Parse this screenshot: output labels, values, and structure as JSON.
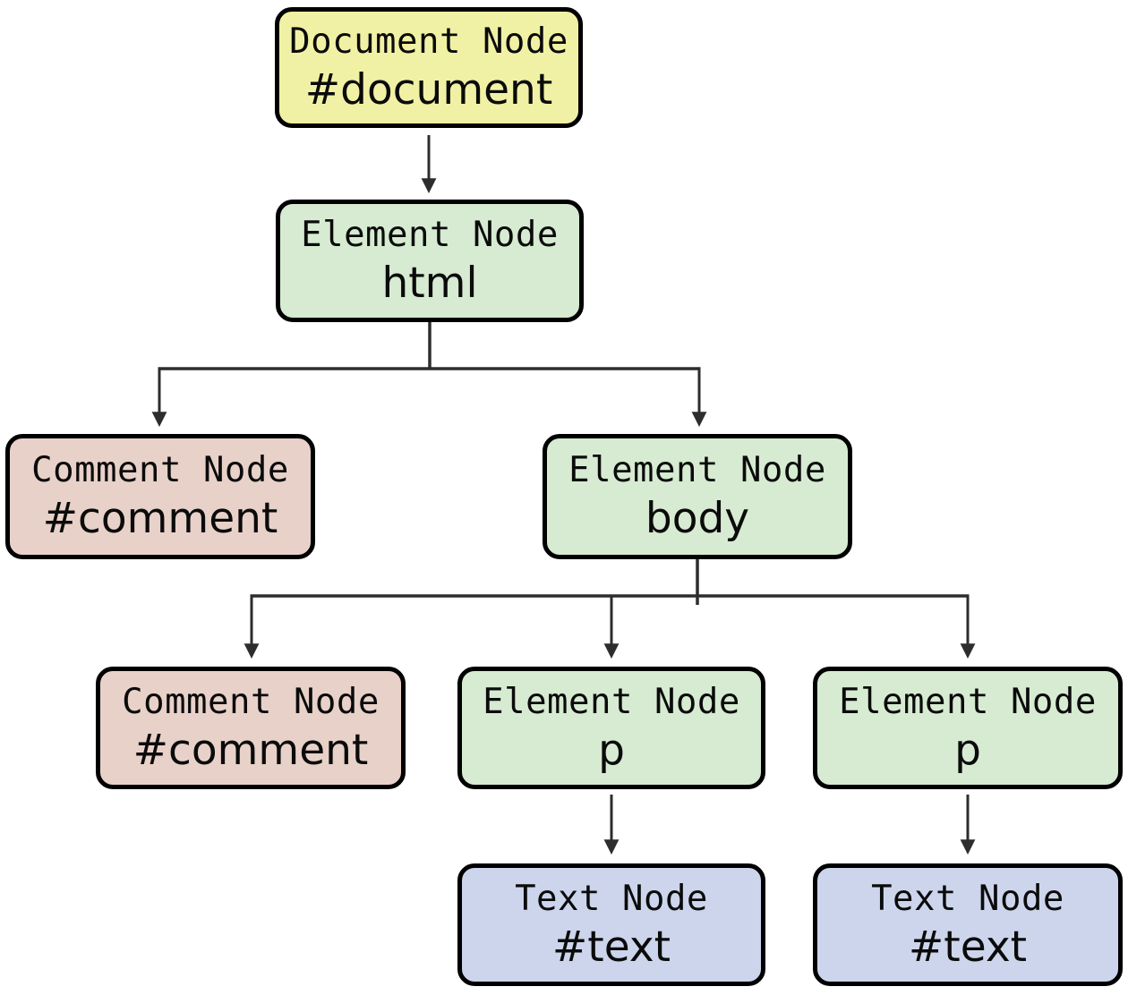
{
  "diagram": {
    "kind": "dom-tree",
    "colors": {
      "document_node": "#f1f1a5",
      "element_node": "#d6ebd1",
      "comment_node": "#e8d1c9",
      "text_node": "#ccd5ec",
      "box_border": "#000000",
      "connector": "#2d2d2d"
    },
    "nodes": {
      "document": {
        "type_label": "Document Node",
        "value": "#document"
      },
      "html": {
        "type_label": "Element Node",
        "value": "html"
      },
      "comment1": {
        "type_label": "Comment Node",
        "value": "#comment"
      },
      "body": {
        "type_label": "Element Node",
        "value": "body"
      },
      "comment2": {
        "type_label": "Comment Node",
        "value": "#comment"
      },
      "p1": {
        "type_label": "Element Node",
        "value": "p"
      },
      "p2": {
        "type_label": "Element Node",
        "value": "p"
      },
      "text1": {
        "type_label": "Text Node",
        "value": "#text"
      },
      "text2": {
        "type_label": "Text Node",
        "value": "#text"
      }
    },
    "edges": [
      {
        "from": "document",
        "to": "html"
      },
      {
        "from": "html",
        "to": "comment1"
      },
      {
        "from": "html",
        "to": "body"
      },
      {
        "from": "body",
        "to": "comment2"
      },
      {
        "from": "body",
        "to": "p1"
      },
      {
        "from": "body",
        "to": "p2"
      },
      {
        "from": "p1",
        "to": "text1"
      },
      {
        "from": "p2",
        "to": "text2"
      }
    ]
  }
}
